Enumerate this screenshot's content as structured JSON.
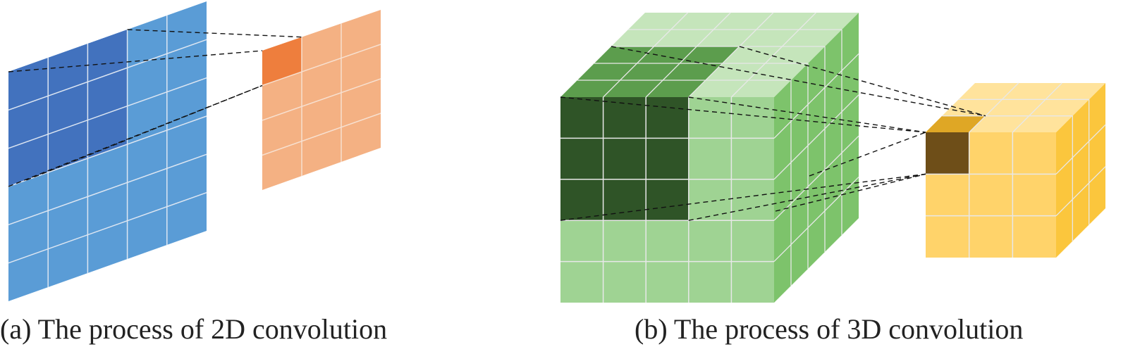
{
  "captions": {
    "a": "(a) The process of 2D convolution",
    "b": "(b) The process of 3D convolution"
  },
  "panel_2d": {
    "input_grid": {
      "rows": 6,
      "cols": 5
    },
    "kernel_window": {
      "rows": 3,
      "cols": 3
    },
    "output_grid": {
      "rows": 4,
      "cols": 3
    },
    "highlight_output_cell": {
      "row": 0,
      "col": 0
    },
    "colors": {
      "input": "#5a9cd6",
      "input_window": "#4272be",
      "output": "#f4b183",
      "output_highlight": "#ee7e3d",
      "gridline": "#dde6f2"
    }
  },
  "panel_3d": {
    "input_cube": {
      "size": 5
    },
    "kernel_cube": {
      "size": 3
    },
    "output_cube": {
      "size": 3
    },
    "highlight_output_cell": {
      "row": 0,
      "col": 0
    },
    "colors": {
      "input_front": "#9fd393",
      "input_top": "#c5e5bb",
      "input_side": "#7dc36b",
      "kernel_front": "#2f5427",
      "kernel_top": "#5c9d4d",
      "output_front": "#ffd36a",
      "output_top": "#ffe39c",
      "output_side": "#fbc63d",
      "output_highlight_front": "#6e4e18",
      "output_highlight_top": "#dfa725",
      "gridline": "#e8e8e8"
    }
  }
}
